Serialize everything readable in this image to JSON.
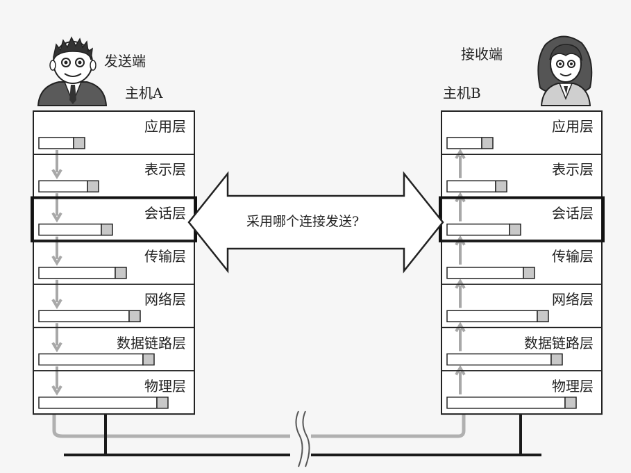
{
  "sender": {
    "role_label": "发送端",
    "host_label": "主机A"
  },
  "receiver": {
    "role_label": "接收端",
    "host_label": "主机B"
  },
  "question": "采用哪个连接发送?",
  "layers": [
    {
      "name": "应用层"
    },
    {
      "name": "表示层"
    },
    {
      "name": "会话层",
      "highlighted": true
    },
    {
      "name": "传输层"
    },
    {
      "name": "网络层"
    },
    {
      "name": "数据链路层"
    },
    {
      "name": "物理层"
    }
  ],
  "sender_flow": "down",
  "receiver_flow": "up",
  "colors": {
    "background": "#f2f2f2",
    "stack_fill": "#ffffff",
    "line": "#222222",
    "flow_arrow": "#a8a8a8",
    "header_block": "#c8c8c8",
    "cable": "#1a1a1a"
  },
  "icons": {
    "sender": "man-avatar-icon",
    "receiver": "woman-avatar-icon",
    "double_arrow": "double-arrow-icon",
    "cable_break": "wavy-break-icon"
  }
}
